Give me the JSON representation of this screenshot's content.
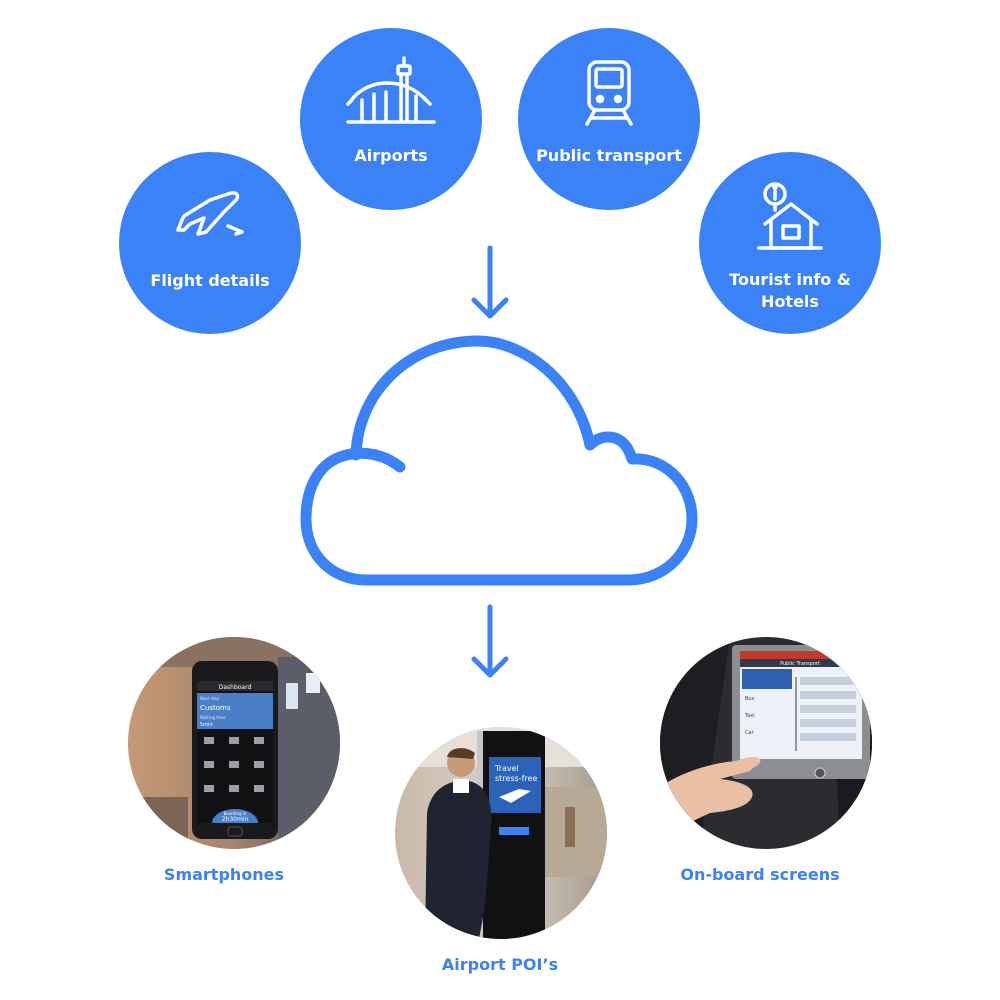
{
  "accent_color": "#3b82f6",
  "sources": [
    {
      "label": "Flight details",
      "icon": "plane-icon"
    },
    {
      "label": "Airports",
      "icon": "airport-terminal-icon"
    },
    {
      "label": "Public transport",
      "icon": "train-icon"
    },
    {
      "label": "Tourist info &\nHotels",
      "icon": "info-hotel-icon"
    }
  ],
  "hub": {
    "icon": "cloud-icon"
  },
  "devices": [
    {
      "label": "Smartphones",
      "image": "smartphone-photo"
    },
    {
      "label": "Airport POI’s",
      "image": "airport-kiosk-photo"
    },
    {
      "label": "On-board screens",
      "image": "onboard-screen-photo"
    }
  ],
  "phone_screen": {
    "header": "Dashboard",
    "card_small": "Next step",
    "card_title": "Customs",
    "card_sub": "Waiting time",
    "card_value": "5min",
    "timer_label": "Boarding in",
    "timer_value": "2h30min"
  },
  "kiosk_screen": {
    "line1": "Travel",
    "line2": "stress-free"
  },
  "onboard_screen": {
    "header": "Public Transport",
    "rows": [
      "Bus",
      "Taxi",
      "Car"
    ]
  }
}
